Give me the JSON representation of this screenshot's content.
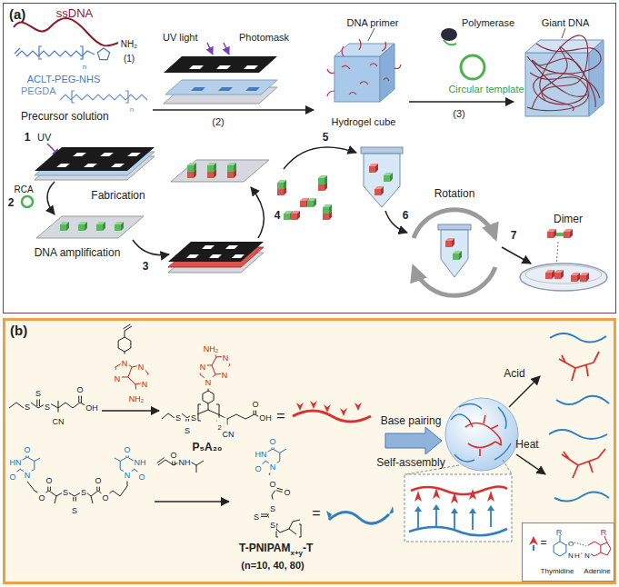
{
  "diagram": {
    "nodes": [
      {
        "text": [
          "(a)"
        ]
      },
      {
        "text": [
          "(b)"
        ]
      },
      {
        "text": [
          "Thymidine",
          "Adenine"
        ],
        "in": 1
      }
    ],
    "labels": [
      "ssDNA",
      "NH₂",
      "(1)",
      "ACLT-PEG-NHS",
      "n",
      "PEGDA",
      "n",
      "Precursor solution",
      "UV light",
      "Photomask",
      "(2)",
      "DNA primer",
      "Hydrogel cube",
      "Polymerase",
      "Circular template",
      "(3)",
      "Giant DNA",
      "1",
      "UV",
      "RCA",
      "2",
      "Fabrication",
      "DNA amplification",
      "3",
      "4",
      "5",
      "6",
      "Rotation",
      "7",
      "Dimer",
      "S",
      "S",
      "S",
      "CN",
      "O",
      "OH",
      "N",
      "N",
      "N",
      "N",
      "NH₂",
      "S",
      "S",
      "S",
      "20",
      "CN",
      "O",
      "OH",
      "N",
      "N",
      "N",
      "N",
      "NH₂",
      "P₅A₂₀",
      "=",
      "O",
      "HN",
      "O",
      "N",
      "O",
      "O",
      "S",
      "S",
      "S",
      "O",
      "O",
      "N",
      "O",
      "NH",
      "O",
      "O",
      "NH",
      "O",
      "HN",
      "O",
      "N",
      "O",
      "O",
      "S",
      "S",
      "S",
      "T-PNIPAM",
      "x+y",
      "-T",
      "(n=10, 40, 80)",
      "=",
      "Base pairing",
      "Self-assembly",
      "Acid",
      "Heat",
      "=",
      "R",
      "R",
      "O",
      "N",
      "H",
      "N"
    ]
  }
}
